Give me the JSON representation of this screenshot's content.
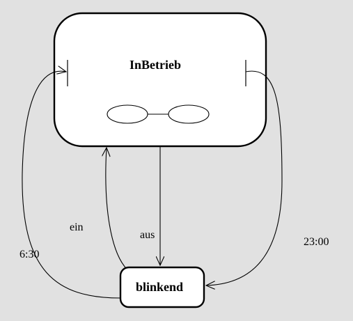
{
  "diagram": {
    "states": {
      "in_betrieb": {
        "name": "InBetrieb"
      },
      "blinkend": {
        "name": "blinkend"
      }
    },
    "transitions": {
      "ein": "ein",
      "aus": "aus",
      "time_on": "6:30",
      "time_off": "23:00"
    }
  }
}
